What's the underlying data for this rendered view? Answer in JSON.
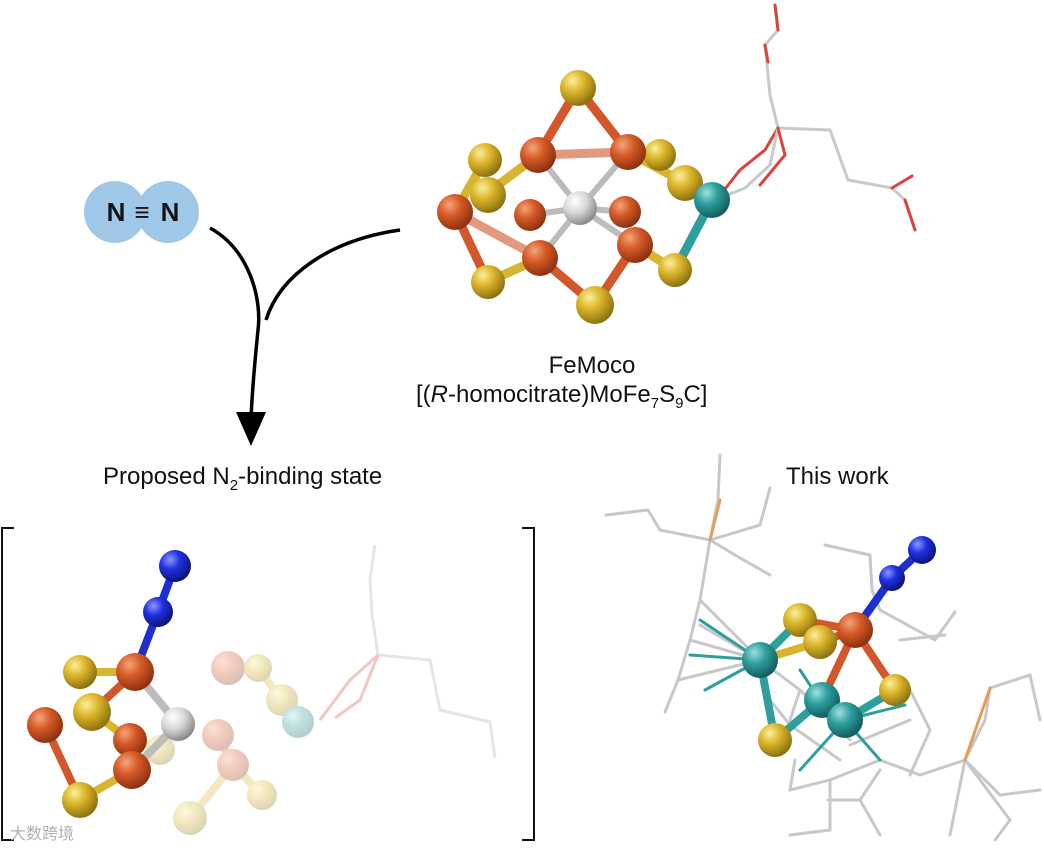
{
  "n2": {
    "left_atom": "N",
    "bond": "≡",
    "right_atom": "N"
  },
  "femoco": {
    "name": "FeMoco",
    "formula_parts": [
      "[(",
      "R",
      "-homocitrate)MoFe",
      "7",
      "S",
      "9",
      "C]"
    ]
  },
  "proposed": {
    "text_before": "Proposed N",
    "subscript": "2",
    "text_after": "-binding state"
  },
  "this_work": "This work",
  "watermark": "大数跨境",
  "colors": {
    "iron": "#d2572a",
    "sulfur": "#d8b52e",
    "molybdenum": "#2f9e9e",
    "carbon": "#c8c8c8",
    "nitrogen": "#1e2fd0",
    "n2_badge": "#9fc8e8",
    "oxygen": "#d9443c",
    "phosphorus": "#e0a05a"
  }
}
